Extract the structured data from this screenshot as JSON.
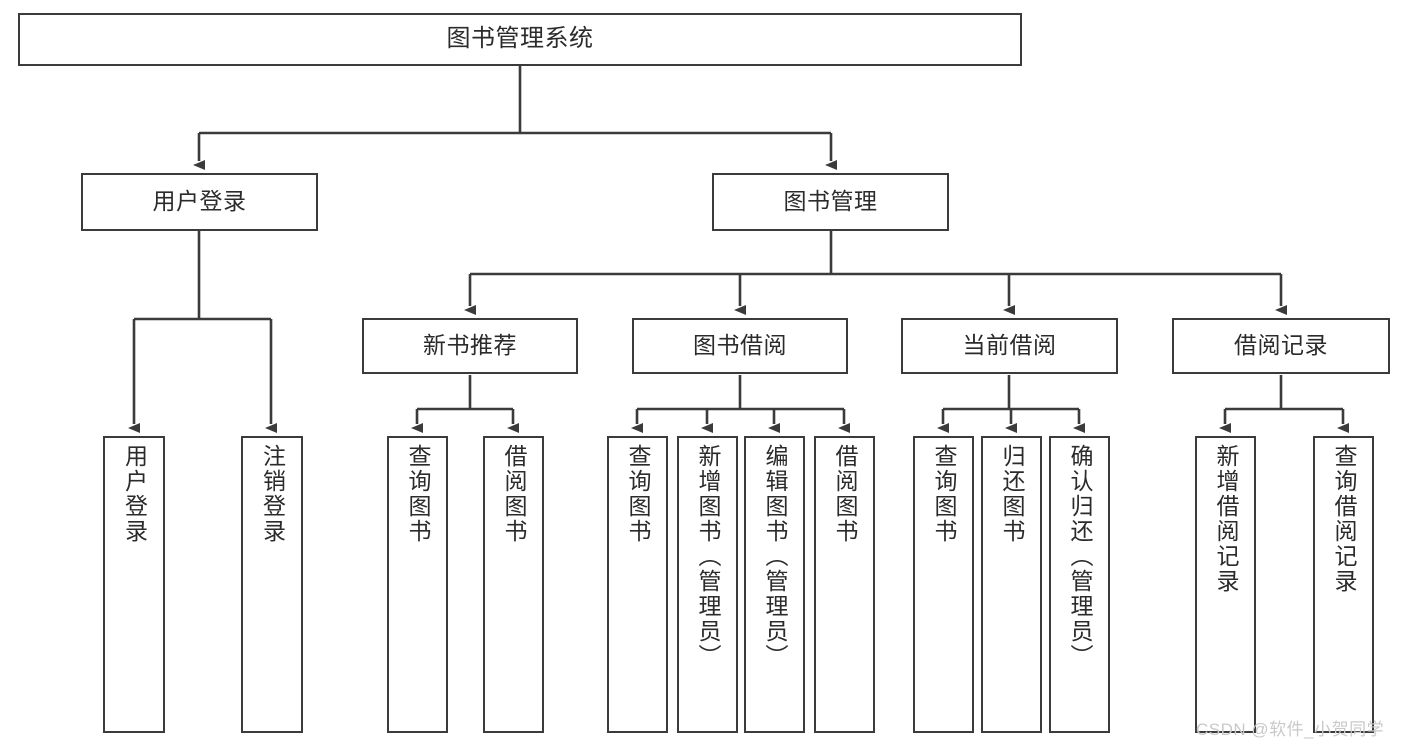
{
  "diagram": {
    "title": "图书管理系统",
    "type": "tree-hierarchy-diagram",
    "colors": {
      "box_border": "#3b3b3b",
      "box_fill": "#ffffff",
      "connector": "#3b3b3b",
      "text": "#2b2b2b",
      "watermark": "#c9c9c9",
      "background": "#ffffff"
    },
    "levels": {
      "root": "图书管理系统",
      "level2": [
        "用户登录",
        "图书管理"
      ],
      "level3": [
        "新书推荐",
        "图书借阅",
        "当前借阅",
        "借阅记录"
      ]
    },
    "nodes": {
      "root": {
        "label": "图书管理系统"
      },
      "user_login": {
        "label": "用户登录"
      },
      "book_manage": {
        "label": "图书管理"
      },
      "new_book_rec": {
        "label": "新书推荐"
      },
      "book_borrow": {
        "label": "图书借阅"
      },
      "current_borrow": {
        "label": "当前借阅"
      },
      "borrow_record": {
        "label": "借阅记录"
      },
      "leaf_user_login": {
        "label": "用户登录"
      },
      "leaf_logout": {
        "label": "注销登录"
      },
      "leaf_query_book_a": {
        "label": "查询图书"
      },
      "leaf_borrow_book_a": {
        "label": "借阅图书"
      },
      "leaf_query_book_b": {
        "label": "查询图书"
      },
      "leaf_add_book": {
        "label": "新增图书（管理员）"
      },
      "leaf_edit_book": {
        "label": "编辑图书（管理员）"
      },
      "leaf_borrow_book_b": {
        "label": "借阅图书"
      },
      "leaf_query_book_c": {
        "label": "查询图书"
      },
      "leaf_return_book": {
        "label": "归还图书"
      },
      "leaf_confirm_return": {
        "label": "确认归还（管理员）"
      },
      "leaf_add_record": {
        "label": "新增借阅记录"
      },
      "leaf_query_record": {
        "label": "查询借阅记录"
      }
    }
  },
  "watermark": {
    "text": "CSDN @软件_小贺同学"
  }
}
